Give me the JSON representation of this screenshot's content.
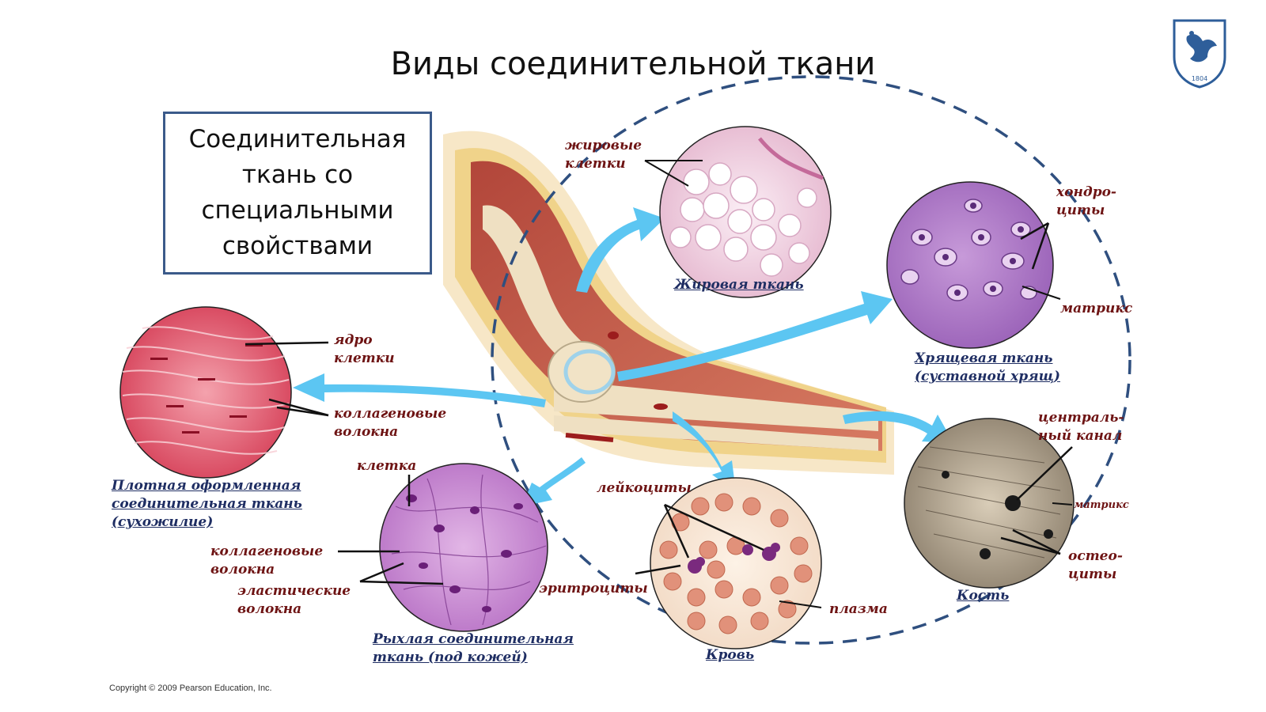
{
  "title": "Виды соединительной ткани",
  "callout": {
    "text": "Соединительная ткань со специальными свойствами"
  },
  "tissues": {
    "adipose": {
      "caption": "Жировая ткань",
      "labels": {
        "cells": "жировые\nклетки"
      }
    },
    "cartilage": {
      "caption": "Хрящевая ткань\n(суставной хрящ)",
      "labels": {
        "chondrocytes": "хондро-\nциты",
        "matrix": "матрикс"
      }
    },
    "bone": {
      "caption": "Кость",
      "labels": {
        "central_canal": "централь-\nный канал",
        "matrix": "матрикс",
        "osteocytes": "остео-\nциты"
      }
    },
    "blood": {
      "caption": "Кровь",
      "labels": {
        "leukocytes": "лейкоциты",
        "erythrocytes": "эритроциты",
        "plasma": "плазма"
      }
    },
    "loose": {
      "caption": "Рыхлая соединительная\nткань (под кожей)",
      "labels": {
        "cell": "клетка",
        "collagen": "коллагеновые\nволокна",
        "elastic": "эластические\nволокна"
      }
    },
    "dense": {
      "caption": "Плотная оформленная\nсоединительная ткань\n(сухожилие)",
      "labels": {
        "nucleus": "ядро\nклетки",
        "collagen": "коллагеновые\nволокна"
      }
    }
  },
  "logo": {
    "year": "1804"
  },
  "copyright": "Copyright © 2009 Pearson Education, Inc.",
  "colors": {
    "arrow": "#5cc6f2",
    "dashed_ellipse": "#2f4f7f",
    "label": "#6e1414",
    "caption": "#1f2e63",
    "callout_border": "#3b5a8a"
  }
}
